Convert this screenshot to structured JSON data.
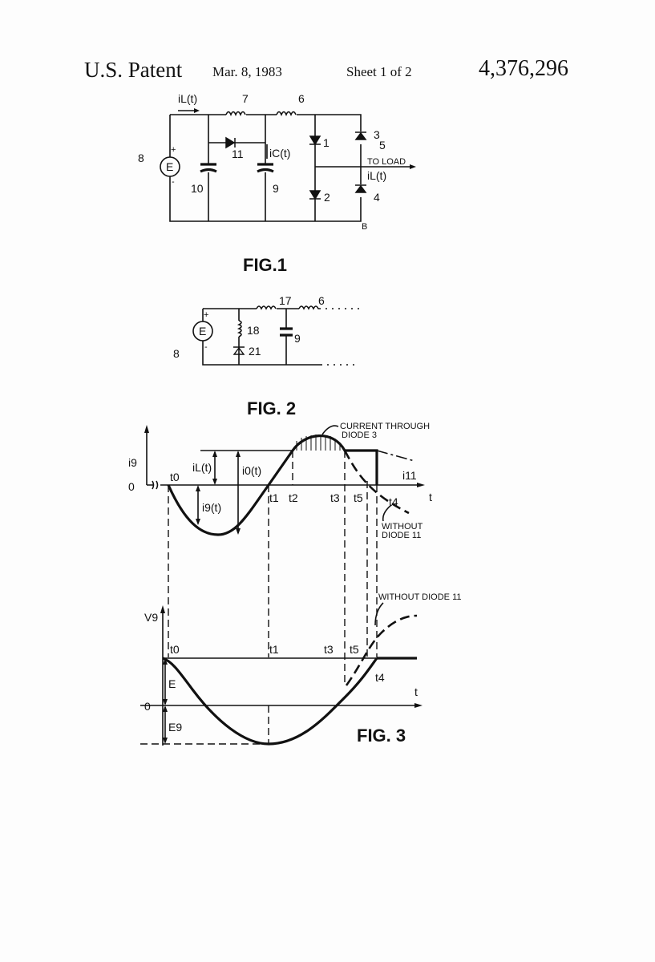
{
  "header": {
    "title": "U.S. Patent",
    "date": "Mar. 8, 1983",
    "sheet": "Sheet 1 of 2",
    "patent_number": "4,376,296"
  },
  "fig1": {
    "caption": "FIG.1",
    "labels": {
      "il_top": "iL(t)",
      "inductor7": "7",
      "inductor6": "6",
      "source": "E",
      "source_ref": "8",
      "plus": "+",
      "minus": "-",
      "cap10": "10",
      "cap9": "9",
      "diode11": "11",
      "ic": "iC(t)",
      "diode1": "1",
      "diode2": "2",
      "diode3": "3",
      "diode4": "4",
      "node5": "5",
      "to_load": "TO LOAD",
      "il_load": "iL(t)",
      "node_b": "B"
    }
  },
  "fig2": {
    "caption": "FIG. 2",
    "labels": {
      "source": "E",
      "source_ref": "8",
      "plus": "+",
      "minus": "-",
      "inductor17": "17",
      "inductor6": "6",
      "inductor18": "18",
      "diode21": "21",
      "cap9": "9"
    }
  },
  "fig3": {
    "caption": "FIG. 3",
    "top": {
      "y_axis": "i9",
      "x_axis": "t",
      "zero": "0",
      "t_labels": [
        "t0",
        "t1",
        "t2",
        "t3",
        "t5",
        "t4"
      ],
      "il": "iL(t)",
      "io": "i0(t)",
      "i9": "i9(t)",
      "i11": "i11",
      "note_diode3": "CURRENT THROUGH",
      "note_diode3_2": "DIODE 3",
      "note_without": "WITHOUT",
      "note_without_2": "DIODE 11"
    },
    "bottom": {
      "y_axis": "V9",
      "x_axis": "t",
      "zero": "0",
      "t_labels": [
        "t0",
        "t1",
        "t3",
        "t5",
        "t4"
      ],
      "e": "E",
      "e9": "E9",
      "note_without": "WITHOUT DIODE 11"
    }
  }
}
